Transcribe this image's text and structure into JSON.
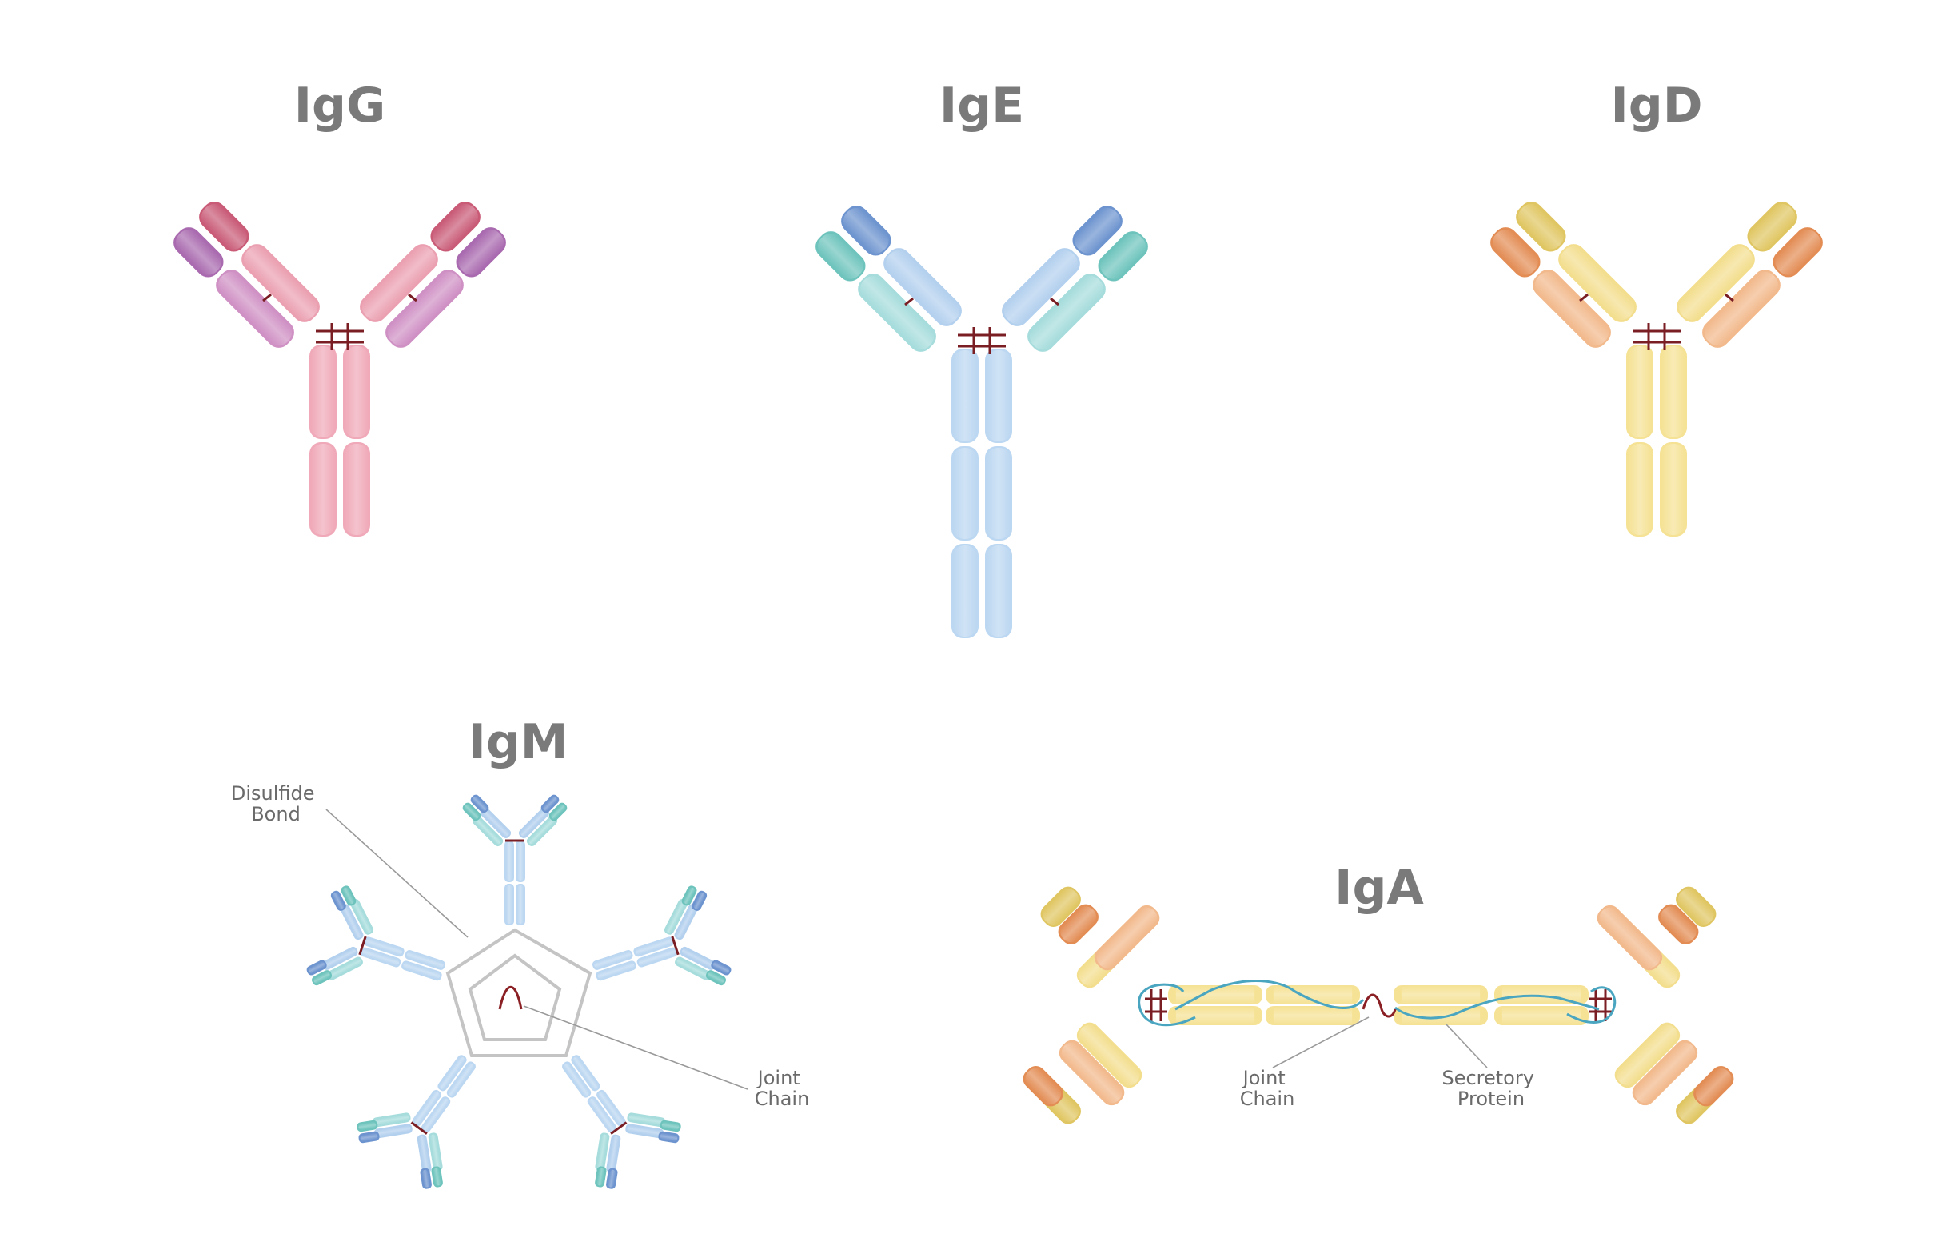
{
  "antibodies": {
    "igg": {
      "title": "IgG",
      "colors": {
        "heavy": "#eba0b1",
        "light": "#cf90c4",
        "heavy_tip": "#c95b77",
        "light_tip": "#a96aaf",
        "stem": "#f0a9b8"
      }
    },
    "ige": {
      "title": "IgE",
      "colors": {
        "heavy": "#b3d0ee",
        "light": "#a6dcdc",
        "heavy_tip": "#6d94cf",
        "light_tip": "#6ec4bd",
        "stem": "#bcd7f1"
      }
    },
    "igd": {
      "title": "IgD",
      "colors": {
        "heavy": "#f3de8e",
        "light": "#f2b98c",
        "heavy_tip": "#e0c662",
        "light_tip": "#e38d55",
        "stem": "#f5e294"
      }
    },
    "igm": {
      "title": "IgM",
      "labels": {
        "disulfide": [
          "Disulfide",
          "Bond"
        ],
        "joint_chain": [
          "Joint",
          "Chain"
        ]
      }
    },
    "iga": {
      "title": "IgA",
      "labels": {
        "joint_chain": [
          "Joint",
          "Chain"
        ],
        "secretory": [
          "Secretory",
          "Protein"
        ]
      }
    }
  },
  "colors": {
    "bond": "#7a1e24",
    "frame": "#c4c4c4",
    "secretory_piece": "#4aa5c0",
    "title": "#7a7a7a"
  }
}
